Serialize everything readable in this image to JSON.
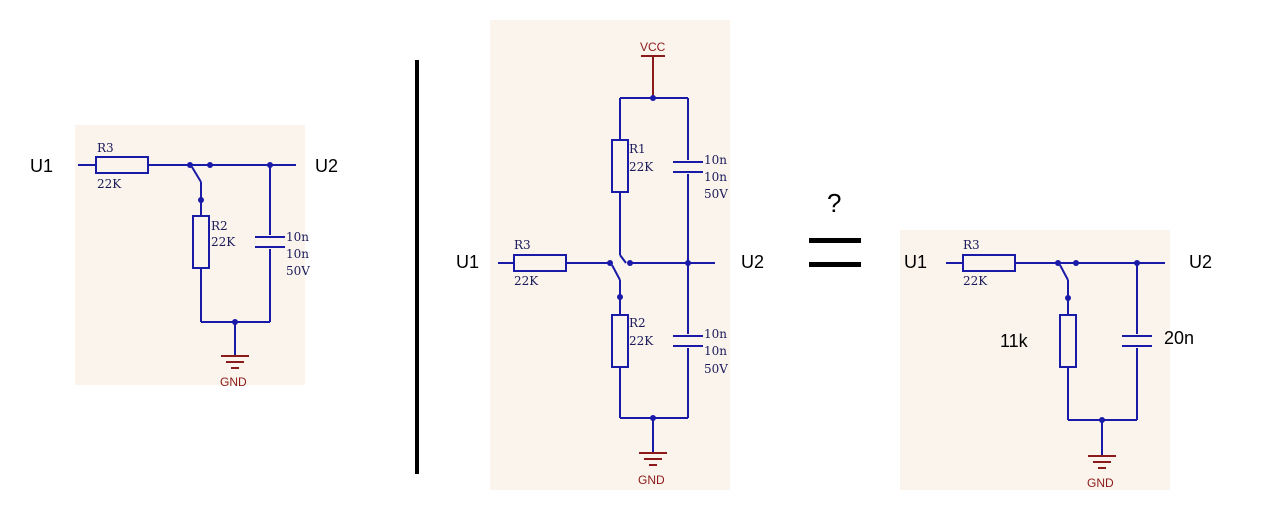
{
  "circuit_a": {
    "input": "U1",
    "output": "U2",
    "r3": {
      "ref": "R3",
      "value": "22K"
    },
    "r2": {
      "ref": "R2",
      "value": "22K"
    },
    "cap": {
      "line1": "10n",
      "line2": "10n",
      "voltage": "50V"
    },
    "ground": "GND"
  },
  "circuit_b": {
    "input": "U1",
    "output": "U2",
    "supply": "VCC",
    "r1": {
      "ref": "R1",
      "value": "22K"
    },
    "r2": {
      "ref": "R2",
      "value": "22K"
    },
    "r3": {
      "ref": "R3",
      "value": "22K"
    },
    "cap_top": {
      "line1": "10n",
      "line2": "10n",
      "voltage": "50V"
    },
    "cap_bottom": {
      "line1": "10n",
      "line2": "10n",
      "voltage": "50V"
    },
    "ground": "GND"
  },
  "equivalence": {
    "question": "?"
  },
  "circuit_c": {
    "input": "U1",
    "output": "U2",
    "r3": {
      "ref": "R3",
      "value": "22K"
    },
    "r_equiv": "11k",
    "c_equiv": "20n",
    "ground": "GND"
  }
}
